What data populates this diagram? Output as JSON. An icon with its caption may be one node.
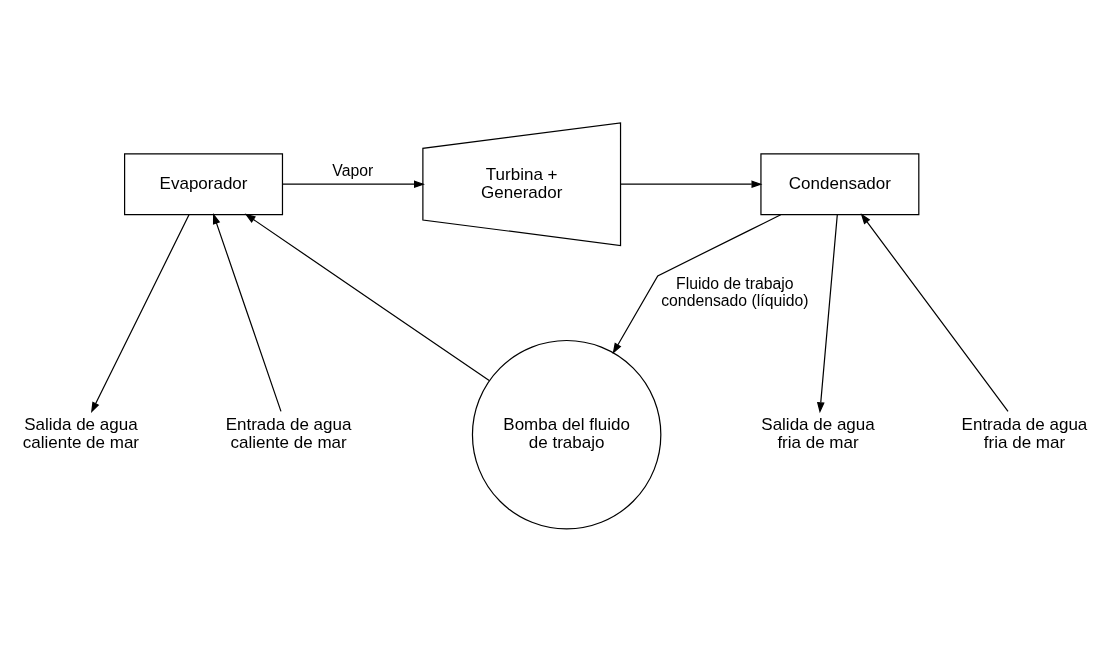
{
  "diagram": {
    "nodes": [
      {
        "text": [
          "Evaporador"
        ]
      },
      {
        "text": [
          "Turbina + Generador"
        ]
      },
      {
        "text": [
          "Condensador"
        ]
      },
      {
        "text": [
          "Bomba del fluido de trabajo"
        ]
      },
      {
        "text": [
          "Entrada de agua caliente de mar"
        ]
      },
      {
        "text": [
          "Salida de agua caliente de mar"
        ]
      },
      {
        "text": [
          "Salida de agua fria de mar"
        ]
      },
      {
        "text": [
          "Entrada de agua fria de mar"
        ]
      }
    ],
    "edges": [
      {
        "from": 4,
        "to": 0,
        "arrow": "to"
      },
      {
        "from": 0,
        "to": 5,
        "arrow": "to"
      },
      {
        "from": 0,
        "to": 1,
        "arrow": "to",
        "label": "Vapor"
      },
      {
        "from": 1,
        "to": 2,
        "arrow": "to"
      },
      {
        "from": 2,
        "to": 6,
        "arrow": "to"
      },
      {
        "from": 7,
        "to": 2,
        "arrow": "to"
      },
      {
        "from": 2,
        "to": 3,
        "arrow": "to",
        "label": "Fluido de trabajo condensado (líquido)"
      },
      {
        "from": 3,
        "to": 0,
        "arrow": "to"
      }
    ]
  }
}
